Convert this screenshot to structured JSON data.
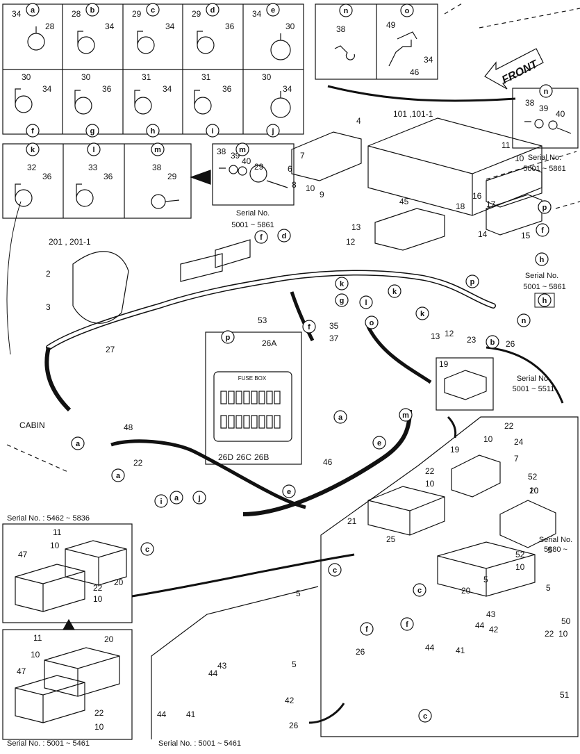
{
  "cells_row1": [
    "a",
    "b",
    "c",
    "d",
    "e"
  ],
  "cells_row2": [
    "f",
    "g",
    "h",
    "i",
    "j"
  ],
  "cells_row3": [
    "k",
    "l",
    "m"
  ],
  "cell_nums": {
    "a": [
      "34",
      "28"
    ],
    "b": [
      "28",
      "34"
    ],
    "c": [
      "29",
      "34"
    ],
    "d": [
      "29",
      "36"
    ],
    "e": [
      "34",
      "30"
    ],
    "f": [
      "30",
      "34"
    ],
    "g": [
      "30",
      "36"
    ],
    "h": [
      "31",
      "34"
    ],
    "i": [
      "31",
      "36"
    ],
    "j": [
      "30",
      "34"
    ],
    "k": [
      "32",
      "36"
    ],
    "l": [
      "33",
      "36"
    ],
    "m": [
      "38",
      "29"
    ]
  },
  "box_n": {
    "letter": "n",
    "nums": [
      "38"
    ]
  },
  "box_o": {
    "letter": "o",
    "nums": [
      "49",
      "34",
      "46"
    ]
  },
  "box_n2": {
    "letter": "n",
    "nums": [
      "38",
      "39",
      "40"
    ],
    "serial": "Serial No.",
    "range": "5001 ~ 5861"
  },
  "box_m2": {
    "letter": "m",
    "nums": [
      "38",
      "39",
      "40",
      "29"
    ],
    "serial": "Serial No.",
    "range": "5001 ~ 5861"
  },
  "front": "FRONT",
  "cabin": "CABIN",
  "fuse_box": {
    "letter": "p",
    "top_label": "26A",
    "title": "FUSE  BOX",
    "bottom_labels": [
      "26D",
      "26C",
      "26B"
    ]
  },
  "box_19": {
    "num": "19",
    "serial": "Serial No.",
    "range": "5001 ~ 5511"
  },
  "serial_h": {
    "serial": "Serial No.",
    "range": "5001 ~ 5861",
    "letter": "h"
  },
  "serial_5880": {
    "serial": "Serial No.",
    "range": "5880 ~"
  },
  "inset_5462": {
    "serial": "Serial No. : 5462 ~ 5836",
    "nums": [
      "11",
      "10",
      "47",
      "20",
      "22",
      "10"
    ]
  },
  "inset_5001a": {
    "serial": "Serial No. : 5001 ~ 5461",
    "nums": [
      "11",
      "10",
      "20",
      "47",
      "22",
      "10"
    ]
  },
  "inset_5001b": {
    "serial": "Serial No. : 5001 ~ 5461",
    "nums": [
      "5",
      "5",
      "43",
      "44",
      "44",
      "41",
      "42",
      "26"
    ]
  },
  "main_labels": {
    "l201": "201 , 201-1",
    "l2": "2",
    "l3": "3",
    "l27": "27",
    "l101": "101 ,101-1",
    "l4": "4",
    "l6": "6",
    "l7": "7",
    "l8": "8",
    "l10a": "10",
    "l9": "9",
    "l11": "11",
    "l10b": "10",
    "l45": "45",
    "l18": "18",
    "l16": "16",
    "l17": "17",
    "l14": "14",
    "l15": "15",
    "l13a": "13",
    "l12a": "12",
    "l53": "53",
    "l35": "35",
    "l37": "37",
    "l13b": "13",
    "l12b": "12",
    "l23": "23",
    "l26": "26",
    "l48": "48",
    "l22a": "22",
    "l46": "46",
    "l22b": "22",
    "l10c": "10",
    "l24": "24",
    "l7b": "7",
    "l19b": "19",
    "l22c": "22",
    "l10d": "10",
    "l52a": "52",
    "l10e": "10",
    "l20a": "20",
    "l21": "21",
    "l25": "25",
    "l52b": "52",
    "l10f": "10",
    "l20b": "20",
    "l5a": "5",
    "l5b": "5",
    "l5c": "5",
    "l43": "43",
    "l44a": "44",
    "l42": "42",
    "l22d": "22",
    "l10g": "10",
    "l50": "50",
    "l44b": "44",
    "l41": "41",
    "l26b": "26",
    "l51": "51"
  },
  "circles": [
    "f",
    "d",
    "k",
    "g",
    "f",
    "k",
    "l",
    "k",
    "o",
    "f",
    "b",
    "n",
    "h",
    "f",
    "a",
    "e",
    "m",
    "a",
    "a",
    "a",
    "i",
    "j",
    "e",
    "c",
    "c",
    "c",
    "f",
    "c",
    "h",
    "p",
    "p",
    "h"
  ]
}
